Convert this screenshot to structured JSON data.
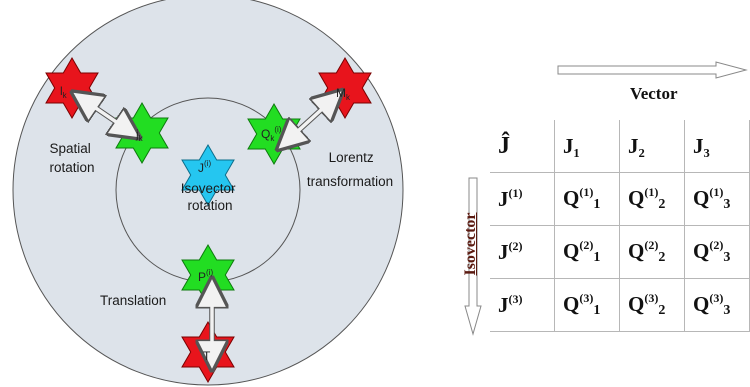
{
  "diagram": {
    "stars": {
      "lk": {
        "label": "l",
        "label_sub": "k"
      },
      "mk": {
        "label": "M",
        "label_sub": "k"
      },
      "jk": {
        "label": "j",
        "label_sub": "k"
      },
      "qk": {
        "label": "Q",
        "label_sub": "k",
        "label_sup": "(i)"
      },
      "ji": {
        "label": "J",
        "label_sup": "(i)"
      },
      "pi": {
        "label": "P",
        "label_sup": "(i)"
      },
      "t": {
        "label": "T"
      }
    },
    "labels": {
      "spatial_rotation": [
        "Spatial",
        "rotation"
      ],
      "lorentz": [
        "Lorentz",
        "transformation"
      ],
      "isovector_rotation": [
        "Isovector",
        "rotation"
      ],
      "translation": "Translation"
    },
    "colors": {
      "red_star": "#e8141c",
      "green_star": "#22dd22",
      "cyan_star": "#25c6f0",
      "outer_circle": "#dde3ea",
      "arrow": "#f2f2f2"
    }
  },
  "matrix": {
    "vector_label": "Vector",
    "isovector_label": "Isovector",
    "header": [
      "Ĵ",
      "J₁",
      "J₂",
      "J₃"
    ],
    "rows": [
      {
        "label": "J",
        "label_sup": "(1)",
        "cells": [
          {
            "b": "Q",
            "sup": "(1)",
            "sub": "1"
          },
          {
            "b": "Q",
            "sup": "(1)",
            "sub": "2"
          },
          {
            "b": "Q",
            "sup": "(1)",
            "sub": "3"
          }
        ]
      },
      {
        "label": "J",
        "label_sup": "(2)",
        "cells": [
          {
            "b": "Q",
            "sup": "(2)",
            "sub": "1"
          },
          {
            "b": "Q",
            "sup": "(2)",
            "sub": "2"
          },
          {
            "b": "Q",
            "sup": "(2)",
            "sub": "3"
          }
        ]
      },
      {
        "label": "J",
        "label_sup": "(3)",
        "cells": [
          {
            "b": "Q",
            "sup": "(3)",
            "sub": "1"
          },
          {
            "b": "Q",
            "sup": "(3)",
            "sub": "2"
          },
          {
            "b": "Q",
            "sup": "(3)",
            "sub": "3"
          }
        ]
      }
    ]
  }
}
